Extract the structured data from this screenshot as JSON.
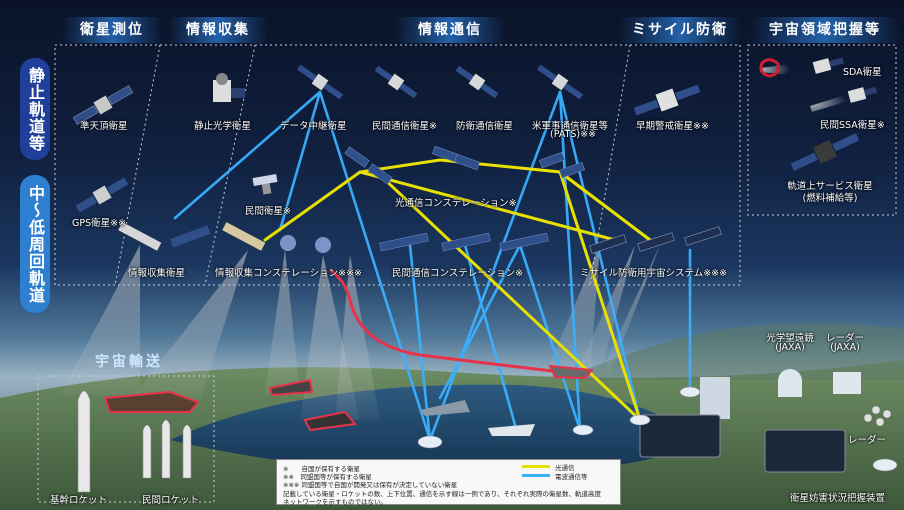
{
  "categories": {
    "positioning": "衛星測位",
    "intelligence": "情報収集",
    "communication": "情報通信",
    "missile_defense": "ミサイル防衛",
    "space_domain": "宇宙領域把握等"
  },
  "orbits": {
    "geo": "静止軌道等",
    "leo": "中〜低周回軌道"
  },
  "labels": {
    "qzss": "準天頂衛星",
    "geo_optical": "静止光学衛星",
    "data_relay": "データ中継衛星",
    "commercial_comm": "民間通信衛星※",
    "defense_comm": "防衛通信衛星",
    "us_military_comm": "米軍事通信衛星等",
    "pats": "(PATS)※※",
    "early_warning": "早期警戒衛星※※",
    "sda_sat": "SDA衛星",
    "commercial_ssa": "民間SSA衛星※",
    "on_orbit_service": "軌道上サービス衛星",
    "on_orbit_service_sub": "(燃料補給等)",
    "gps": "GPS衛星※※",
    "commercial_sat": "民間衛星※",
    "optical_constellation": "光通信コンステレーション※",
    "intel_sat": "情報収集衛星",
    "intel_constellation": "情報収集コンステレーション※※※",
    "commercial_comm_constellation": "民間通信コンステレーション※",
    "missile_constellation": "ミサイル防衛用宇宙システム※※※",
    "optical_telescope": "光学望遠鏡",
    "optical_telescope_org": "(JAXA)",
    "radar_jaxa": "レーダー",
    "radar_jaxa_org": "(JAXA)",
    "radar": "レーダー",
    "ssa_system": "衛星妨害状況把握装置",
    "key_rocket": "基幹ロケット",
    "commercial_rocket": "民間ロケット"
  },
  "transport_title": "宇宙輸送",
  "legend": {
    "notes": [
      "※　　自国が保有する衛星",
      "※※　同盟国等が保有する衛星",
      "※※※ 同盟国等で自国が開発又は保有が決定していない衛星"
    ],
    "optical_link": "光通信",
    "radio_link": "電波通信等",
    "footer_line1": "記載している衛星・ロケットの数、上下位置、通信を示す線は一例であり、それぞれ実際の衛星数、軌道高度",
    "footer_line2": "ネットワークを示すものではない。"
  },
  "colors": {
    "optical_link": "#e8e000",
    "radio_link": "#3ab0ff",
    "red_link": "#e8324a",
    "orbit_geo": "#1f3f9a",
    "orbit_leo": "#2f7fd0"
  }
}
